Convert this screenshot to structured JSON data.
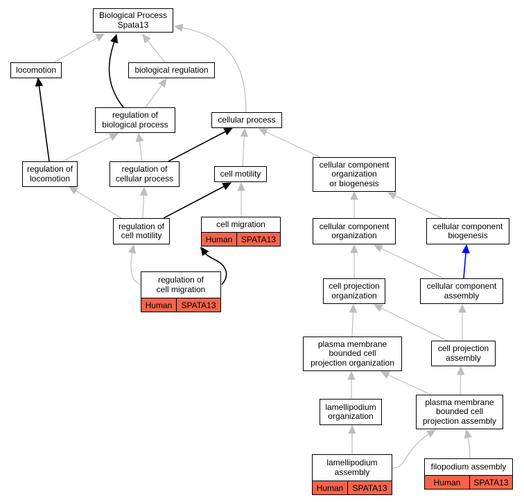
{
  "colors": {
    "annotation_fill": "#f4644c",
    "edge_default": "#bdbdbd",
    "edge_highlight": "#000000",
    "edge_blue": "#0000ff"
  },
  "nodes": {
    "root": {
      "lines": [
        "Biological Process",
        "Spata13"
      ]
    },
    "locomotion": {
      "lines": [
        "locomotion"
      ]
    },
    "biological_regulation": {
      "lines": [
        "biological regulation"
      ]
    },
    "regulation_of_biological_process": {
      "lines": [
        "regulation of",
        "biological process"
      ]
    },
    "cellular_process": {
      "lines": [
        "cellular process"
      ]
    },
    "regulation_of_locomotion": {
      "lines": [
        "regulation of",
        "locomotion"
      ]
    },
    "regulation_of_cellular_process": {
      "lines": [
        "regulation of",
        "cellular process"
      ]
    },
    "cell_motility": {
      "lines": [
        "cell motility"
      ]
    },
    "cellular_component_organization_or_biogenesis": {
      "lines": [
        "cellular component",
        "organization",
        "or biogenesis"
      ]
    },
    "regulation_of_cell_motility": {
      "lines": [
        "regulation of",
        "cell motility"
      ]
    },
    "cell_migration": {
      "lines": [
        "cell migration"
      ],
      "species": "Human",
      "gene": "SPATA13"
    },
    "cellular_component_organization": {
      "lines": [
        "cellular component",
        "organization"
      ]
    },
    "cellular_component_biogenesis": {
      "lines": [
        "cellular component",
        "biogenesis"
      ]
    },
    "regulation_of_cell_migration": {
      "lines": [
        "regulation of",
        "cell migration"
      ],
      "species": "Human",
      "gene": "SPATA13"
    },
    "cell_projection_organization": {
      "lines": [
        "cell projection",
        "organization"
      ]
    },
    "cellular_component_assembly": {
      "lines": [
        "cellular component",
        "assembly"
      ]
    },
    "plasma_membrane_bounded_cell_projection_organization": {
      "lines": [
        "plasma membrane",
        "bounded cell",
        "projection organization"
      ]
    },
    "cell_projection_assembly": {
      "lines": [
        "cell projection",
        "assembly"
      ]
    },
    "lamellipodium_organization": {
      "lines": [
        "lamellipodium",
        "organization"
      ]
    },
    "plasma_membrane_bounded_cell_projection_assembly": {
      "lines": [
        "plasma membrane",
        "bounded cell",
        "projection assembly"
      ]
    },
    "lamellipodium_assembly": {
      "lines": [
        "lamellipodium",
        "assembly"
      ],
      "species": "Human",
      "gene": "SPATA13"
    },
    "filopodium_assembly": {
      "lines": [
        "filopodium assembly"
      ],
      "species": "Human",
      "gene": "SPATA13"
    }
  },
  "edges": [
    {
      "from": "locomotion",
      "to": "root",
      "style": "default"
    },
    {
      "from": "biological_regulation",
      "to": "root",
      "style": "default"
    },
    {
      "from": "regulation_of_biological_process",
      "to": "root",
      "style": "highlight"
    },
    {
      "from": "cellular_process",
      "to": "root",
      "style": "default"
    },
    {
      "from": "regulation_of_biological_process",
      "to": "biological_regulation",
      "style": "default"
    },
    {
      "from": "regulation_of_locomotion",
      "to": "locomotion",
      "style": "highlight"
    },
    {
      "from": "regulation_of_locomotion",
      "to": "regulation_of_biological_process",
      "style": "default"
    },
    {
      "from": "regulation_of_cellular_process",
      "to": "regulation_of_biological_process",
      "style": "default"
    },
    {
      "from": "regulation_of_cellular_process",
      "to": "cellular_process",
      "style": "highlight"
    },
    {
      "from": "cell_motility",
      "to": "cellular_process",
      "style": "default"
    },
    {
      "from": "cellular_component_organization_or_biogenesis",
      "to": "cellular_process",
      "style": "default"
    },
    {
      "from": "regulation_of_cell_motility",
      "to": "regulation_of_locomotion",
      "style": "default"
    },
    {
      "from": "regulation_of_cell_motility",
      "to": "regulation_of_cellular_process",
      "style": "default"
    },
    {
      "from": "regulation_of_cell_motility",
      "to": "cell_motility",
      "style": "highlight"
    },
    {
      "from": "cell_migration",
      "to": "cell_motility",
      "style": "default"
    },
    {
      "from": "regulation_of_cell_migration",
      "to": "regulation_of_cell_motility",
      "style": "default"
    },
    {
      "from": "regulation_of_cell_migration",
      "to": "cell_migration",
      "style": "highlight"
    },
    {
      "from": "cellular_component_organization",
      "to": "cellular_component_organization_or_biogenesis",
      "style": "default"
    },
    {
      "from": "cellular_component_biogenesis",
      "to": "cellular_component_organization_or_biogenesis",
      "style": "default"
    },
    {
      "from": "cell_projection_organization",
      "to": "cellular_component_organization",
      "style": "default"
    },
    {
      "from": "cellular_component_assembly",
      "to": "cellular_component_organization",
      "style": "default"
    },
    {
      "from": "cellular_component_assembly",
      "to": "cellular_component_biogenesis",
      "style": "blue"
    },
    {
      "from": "plasma_membrane_bounded_cell_projection_organization",
      "to": "cell_projection_organization",
      "style": "default"
    },
    {
      "from": "cell_projection_assembly",
      "to": "cell_projection_organization",
      "style": "default"
    },
    {
      "from": "cell_projection_assembly",
      "to": "cellular_component_assembly",
      "style": "default"
    },
    {
      "from": "lamellipodium_organization",
      "to": "plasma_membrane_bounded_cell_projection_organization",
      "style": "default"
    },
    {
      "from": "plasma_membrane_bounded_cell_projection_assembly",
      "to": "plasma_membrane_bounded_cell_projection_organization",
      "style": "default"
    },
    {
      "from": "plasma_membrane_bounded_cell_projection_assembly",
      "to": "cell_projection_assembly",
      "style": "default"
    },
    {
      "from": "lamellipodium_assembly",
      "to": "lamellipodium_organization",
      "style": "default"
    },
    {
      "from": "lamellipodium_assembly",
      "to": "plasma_membrane_bounded_cell_projection_assembly",
      "style": "default"
    },
    {
      "from": "filopodium_assembly",
      "to": "plasma_membrane_bounded_cell_projection_assembly",
      "style": "default"
    }
  ]
}
